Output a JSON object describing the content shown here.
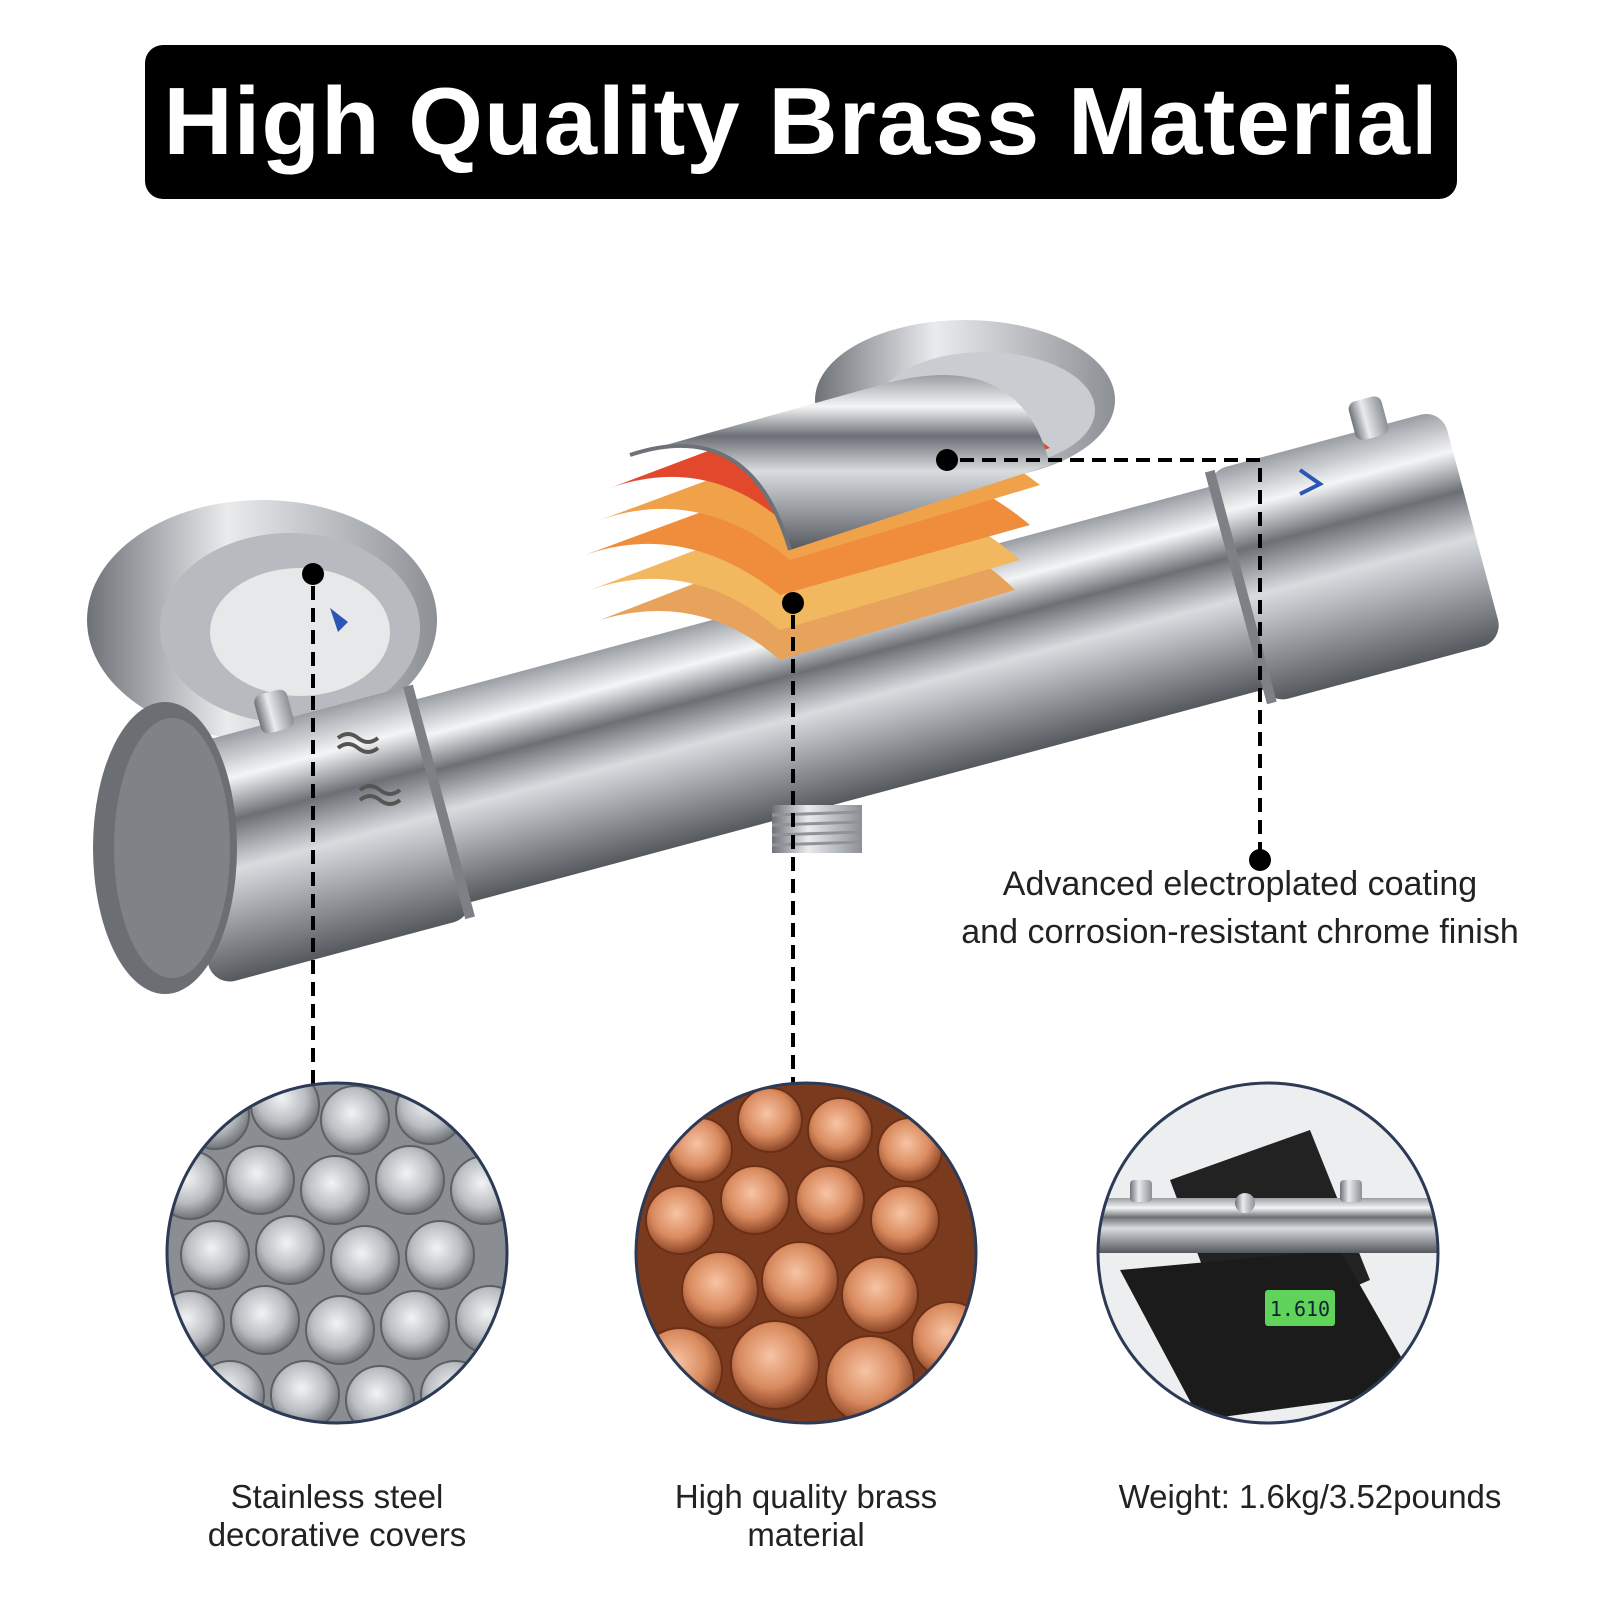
{
  "title": "High Quality Brass Material",
  "callouts": {
    "coating": [
      "Advanced electroplated coating",
      "and corrosion-resistant chrome finish"
    ],
    "stainless": [
      "Stainless steel",
      "decorative covers"
    ],
    "brass": [
      "High quality brass",
      "material"
    ],
    "weight": [
      "Weight: 1.6kg/3.52pounds"
    ]
  },
  "scale_display": "1.610",
  "colors": {
    "banner": "#000000",
    "chrome": "#c9ccd0",
    "copper": "#c8744a",
    "layer_red": "#e2492c",
    "layer_orange": "#ee8a3a",
    "layer_gold": "#f2b25a",
    "lcd": "#5fd35a"
  }
}
